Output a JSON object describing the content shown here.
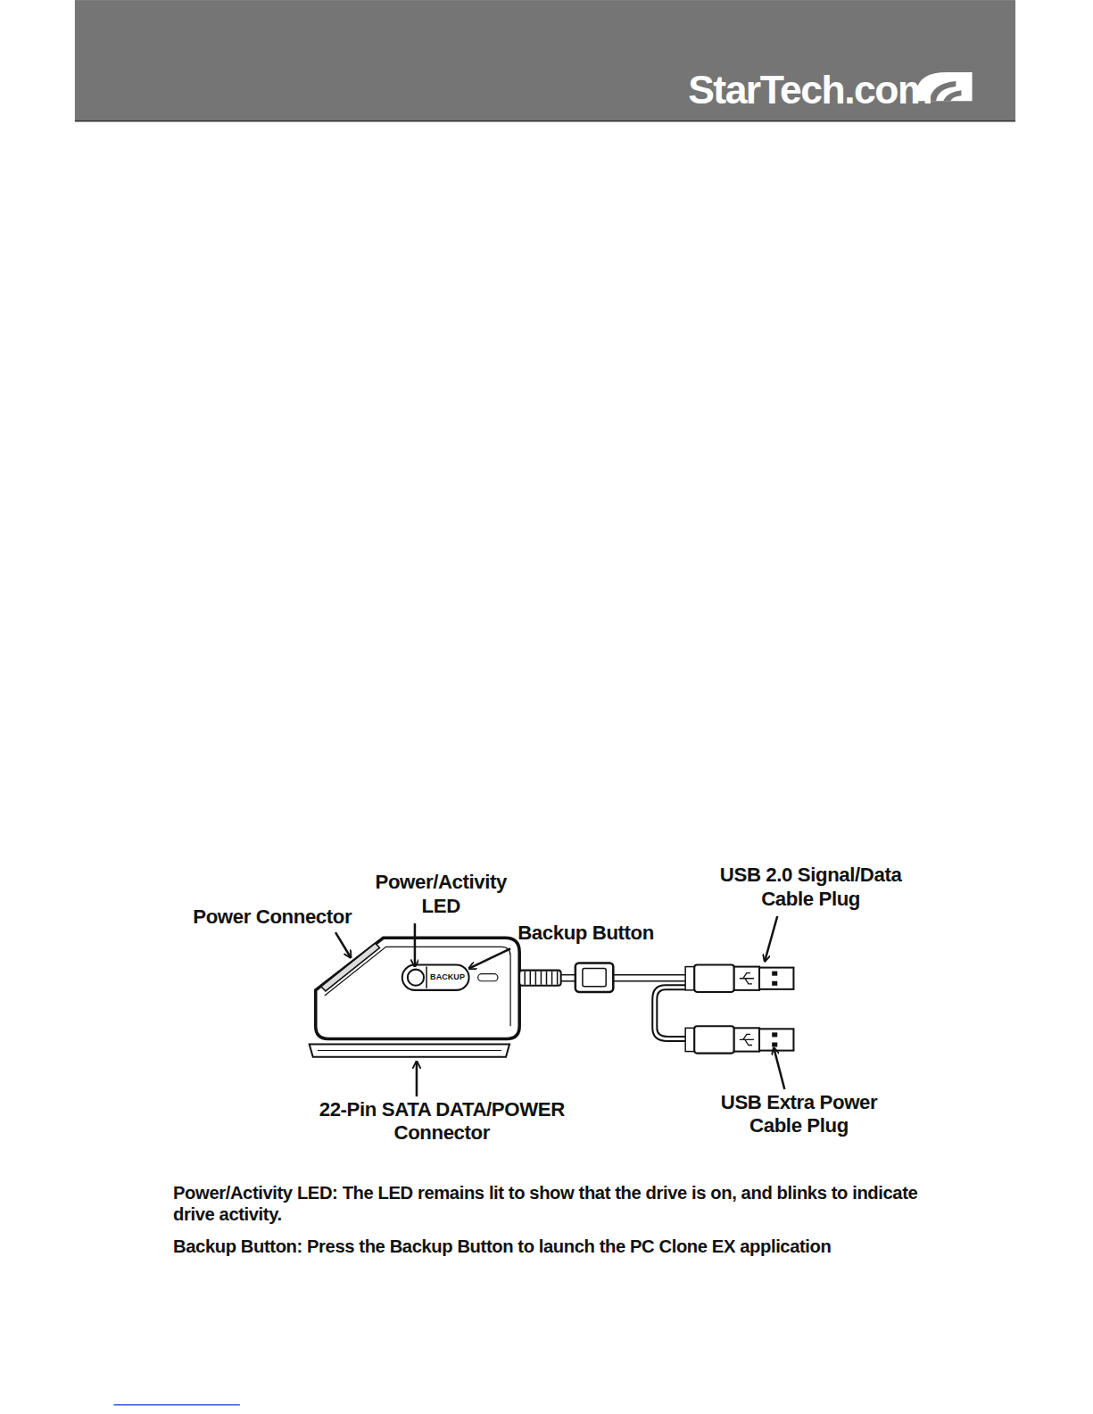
{
  "diagram": {
    "labels": [
      "StarTech.com",
      "Power/Activity LED",
      "Power Connector",
      "Backup Button",
      "BACKUP",
      "USB 2.0 Signal/Data Cable Plug",
      "22-Pin SATA DATA/POWER Connector",
      "USB Extra Power Cable Plug",
      "Power/Activity LED: The LED remains lit to show that the drive is on, and blinks to indicate drive activity.",
      "Backup Button: Press the Backup Button to launch the PC Clone EX application"
    ]
  }
}
